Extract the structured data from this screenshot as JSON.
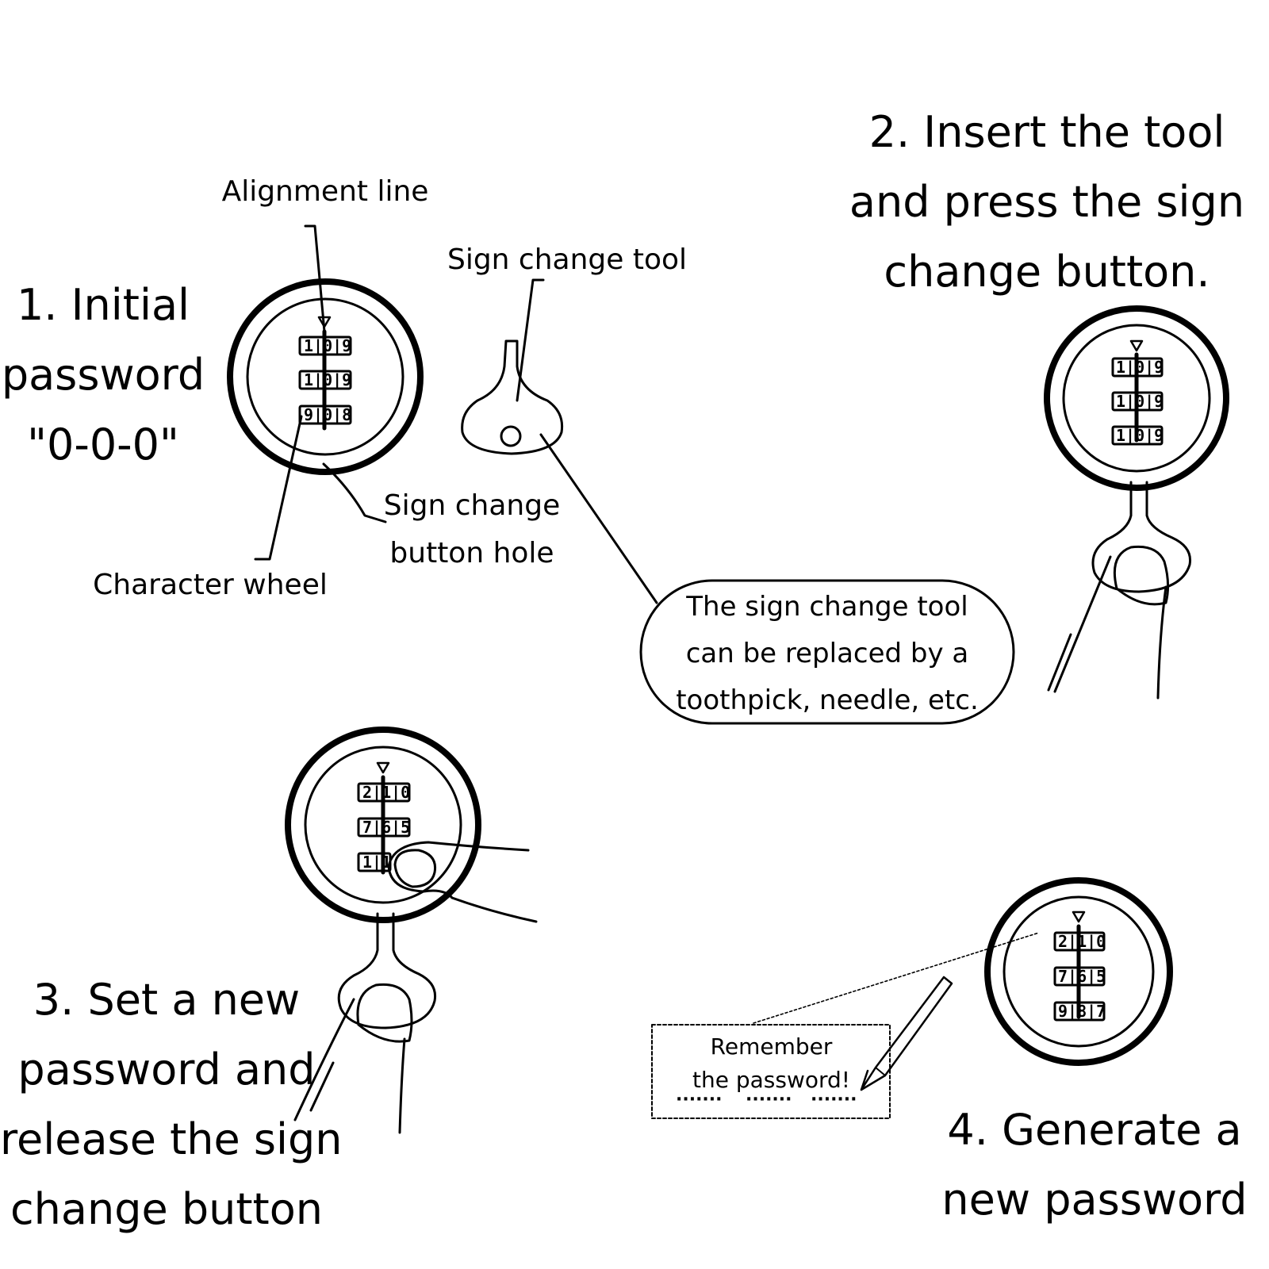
{
  "steps": {
    "step1": [
      "1. Initial",
      "password",
      "\"0-0-0\""
    ],
    "step2": [
      "2. Insert the tool",
      "and press the sign",
      "change button."
    ],
    "step3": [
      "3. Set a new",
      "password and",
      "release the sign",
      "change button"
    ],
    "step4": [
      "4. Generate a",
      "new password"
    ]
  },
  "labels": {
    "alignment_line": "Alignment line",
    "sign_change_tool": "Sign change tool",
    "character_wheel": "Character wheel",
    "button_hole": [
      "Sign change",
      "button hole"
    ]
  },
  "note": [
    "The sign change tool",
    "can be replaced by a",
    "toothpick, needle, etc."
  ],
  "memo": {
    "lines": [
      "Remember",
      "the password!"
    ],
    "blanks": [
      "·······",
      "·······",
      "·······"
    ]
  },
  "dials": {
    "lock1": [
      "1|0|9",
      "1|0|9",
      "9|0|8"
    ],
    "lock2": [
      "1|0|9",
      "1|0|9",
      "1|0|9"
    ],
    "lock3": [
      "2|1|0",
      "7|6|5",
      "1|1"
    ],
    "lock4": [
      "2|1|0",
      "7|6|5",
      "9|8|7"
    ]
  }
}
